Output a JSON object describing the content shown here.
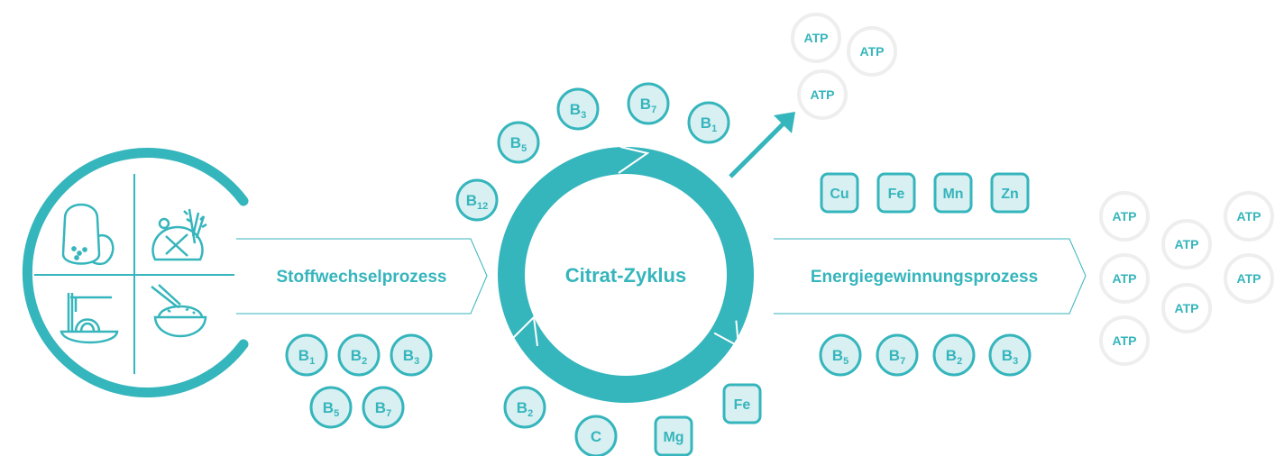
{
  "colors": {
    "accent": "#35b5bc",
    "badge_fill": "#d9f0f2",
    "atp_ring": "#eeeeee"
  },
  "icons": {
    "plate_quadrants": [
      "potato-icon",
      "bread-grain-icon",
      "noodles-bowl-icon",
      "rice-bowl-icon"
    ],
    "output_arrow": "arrow-up-right-icon"
  },
  "flow": {
    "step1_label": "Stoffwechselprozess",
    "center_label": "Citrat-Zyklus",
    "step2_label": "Energiegewinnungsprozess"
  },
  "vitamins_step1": [
    {
      "base": "B",
      "sub": "1"
    },
    {
      "base": "B",
      "sub": "2"
    },
    {
      "base": "B",
      "sub": "3"
    },
    {
      "base": "B",
      "sub": "5"
    },
    {
      "base": "B",
      "sub": "7"
    }
  ],
  "cycle_vitamins": [
    {
      "base": "B",
      "sub": "3"
    },
    {
      "base": "B",
      "sub": "7"
    },
    {
      "base": "B",
      "sub": "1"
    },
    {
      "base": "B",
      "sub": "5"
    },
    {
      "base": "B",
      "sub": "12"
    },
    {
      "base": "B",
      "sub": "2"
    },
    {
      "base": "C",
      "sub": ""
    }
  ],
  "cycle_minerals": [
    "Mg",
    "Fe"
  ],
  "step2_minerals": [
    "Cu",
    "Fe",
    "Mn",
    "Zn"
  ],
  "step2_vitamins": [
    {
      "base": "B",
      "sub": "5"
    },
    {
      "base": "B",
      "sub": "7"
    },
    {
      "base": "B",
      "sub": "2"
    },
    {
      "base": "B",
      "sub": "3"
    }
  ],
  "atp_top": [
    "ATP",
    "ATP",
    "ATP"
  ],
  "atp_right": [
    "ATP",
    "ATP",
    "ATP",
    "ATP",
    "ATP",
    "ATP",
    "ATP"
  ]
}
